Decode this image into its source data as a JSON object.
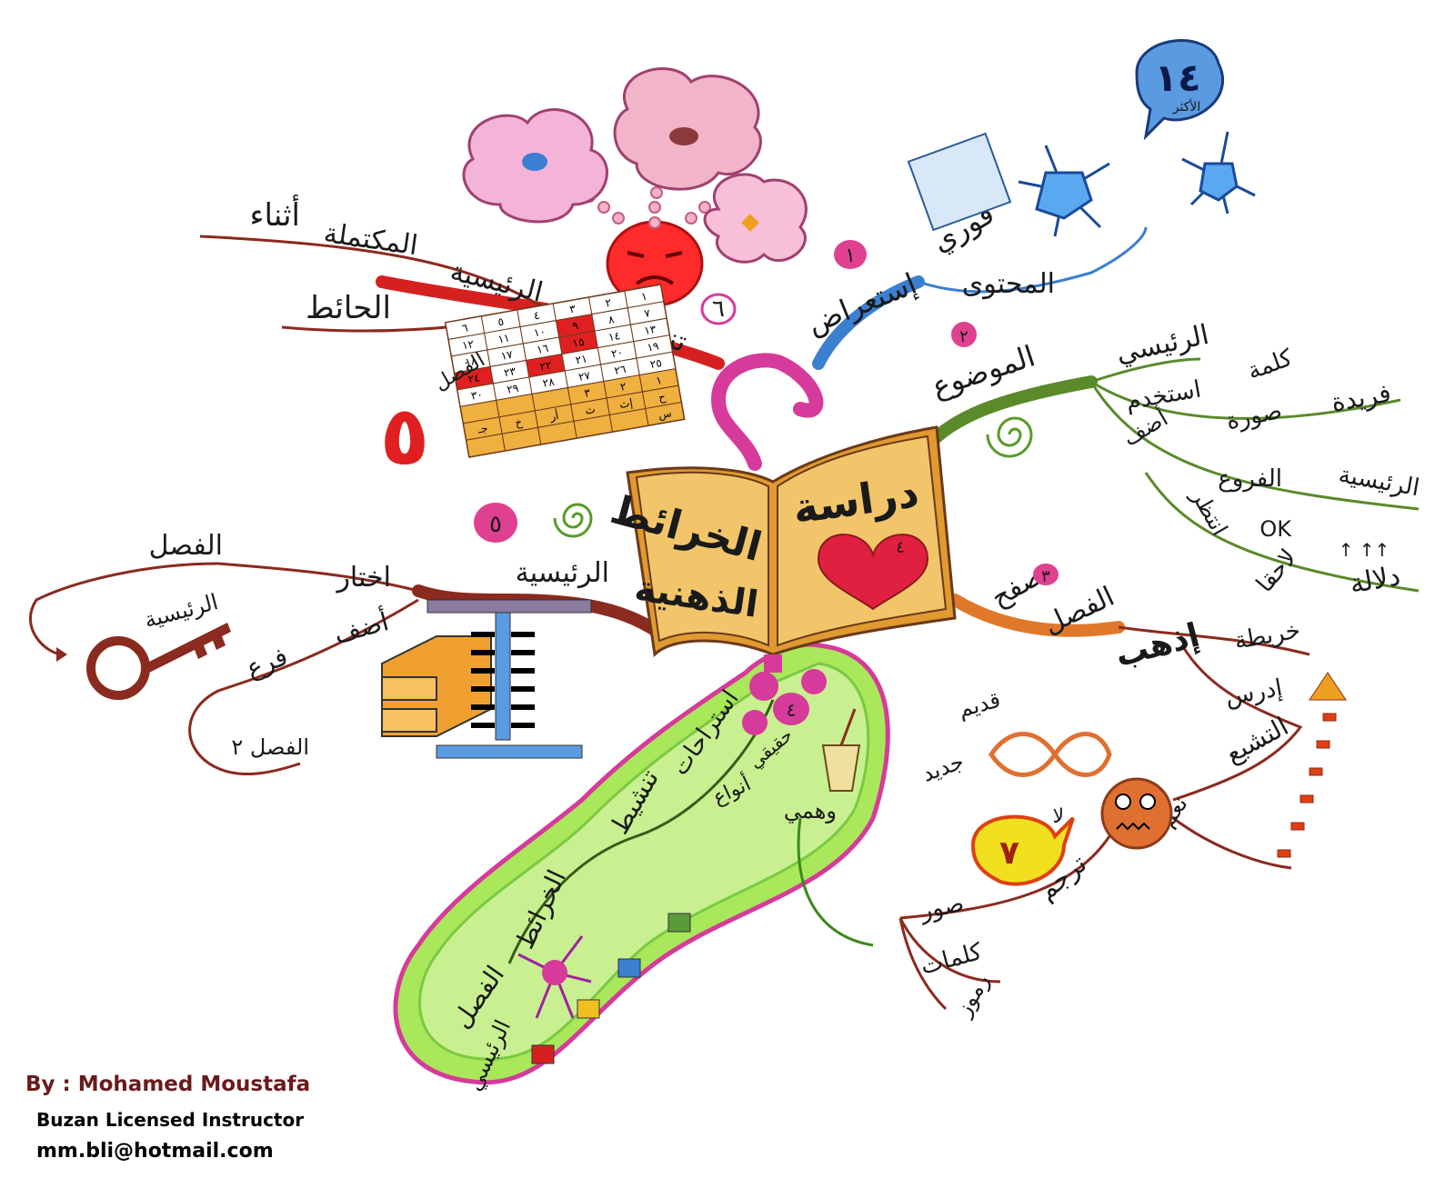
{
  "center": {
    "line1": "دراسة",
    "line2": "الخرائط",
    "line3": "الذهنية",
    "heart_mark": "٤"
  },
  "branches": {
    "b1": {
      "number": "١",
      "labels": [
        "إستعراض",
        "المحتوى",
        "فوري"
      ]
    },
    "b2": {
      "number": "٢",
      "labels": [
        "الموضوع",
        "الرئيسي",
        "استخدم",
        "كلمة",
        "صورة",
        "فريدة",
        "أضف",
        "الفروع",
        "الرئيسية",
        "انتظر",
        "OK",
        "دلالة",
        "لاحقا"
      ]
    },
    "b3": {
      "number": "٣",
      "labels": [
        "تصفح",
        "الفصل",
        "خريطة",
        "إذهب",
        "إدرس",
        "التشبع",
        "نعم",
        "لا",
        "ترجم",
        "صور",
        "كلمات",
        "رموز",
        "قديم",
        "جديد"
      ],
      "badge": "٧"
    },
    "b4": {
      "number": "٤",
      "labels": [
        "استراحات",
        "تنشيط",
        "حقيقي",
        "أنواع",
        "وهمي",
        "الخرائط",
        "الفصل",
        "الرئيسي"
      ]
    },
    "b5": {
      "number": "٥",
      "labels": [
        "الرئيسية",
        "اختار",
        "الفصل",
        "أضف",
        "فرع",
        "الرئيسية",
        "الفصل ٢"
      ]
    },
    "b6": {
      "number": "٦",
      "labels": [
        "تنشيط",
        "الرئيسية",
        "المكتملة",
        "أثناء",
        "الحائط",
        "الفصل"
      ],
      "big_number": "٥"
    }
  },
  "bubble": {
    "number": "١٤",
    "sub": "الأكثر"
  },
  "calendar": {
    "rows": [
      [
        "٦",
        "٥",
        "٤",
        "٣",
        "٢",
        "١"
      ],
      [
        "١٢",
        "١١",
        "١٠",
        "٩",
        "٨",
        "٧"
      ],
      [
        "١٨",
        "١٧",
        "١٦",
        "١٥",
        "١٤",
        "١٣"
      ],
      [
        "٢٤",
        "٢٣",
        "٢٢",
        "٢١",
        "٢٠",
        "١٩"
      ],
      [
        "٣٠",
        "٢٩",
        "٢٨",
        "٢٧",
        "٢٦",
        "٢٥"
      ],
      [
        "",
        "",
        "",
        "٣",
        "٢",
        "١"
      ],
      [
        "جـ",
        "خ",
        "أر",
        "ث",
        "إث",
        "ح"
      ],
      [
        "",
        "",
        "",
        "",
        "",
        "س"
      ]
    ]
  },
  "credits": {
    "name": "By : Mohamed Moustafa",
    "role": "Buzan Licensed Instructor",
    "email": "mm.bli@hotmail.com"
  },
  "colors": {
    "b1": "#3b7fd0",
    "b2": "#5a8a2a",
    "b3": "#e0782a",
    "b4": "#7ac943",
    "b5": "#8b2a1e",
    "b6": "#d62020",
    "magenta": "#d63a9a",
    "book": "#f2c56a",
    "credit": "#6a1a1a"
  }
}
